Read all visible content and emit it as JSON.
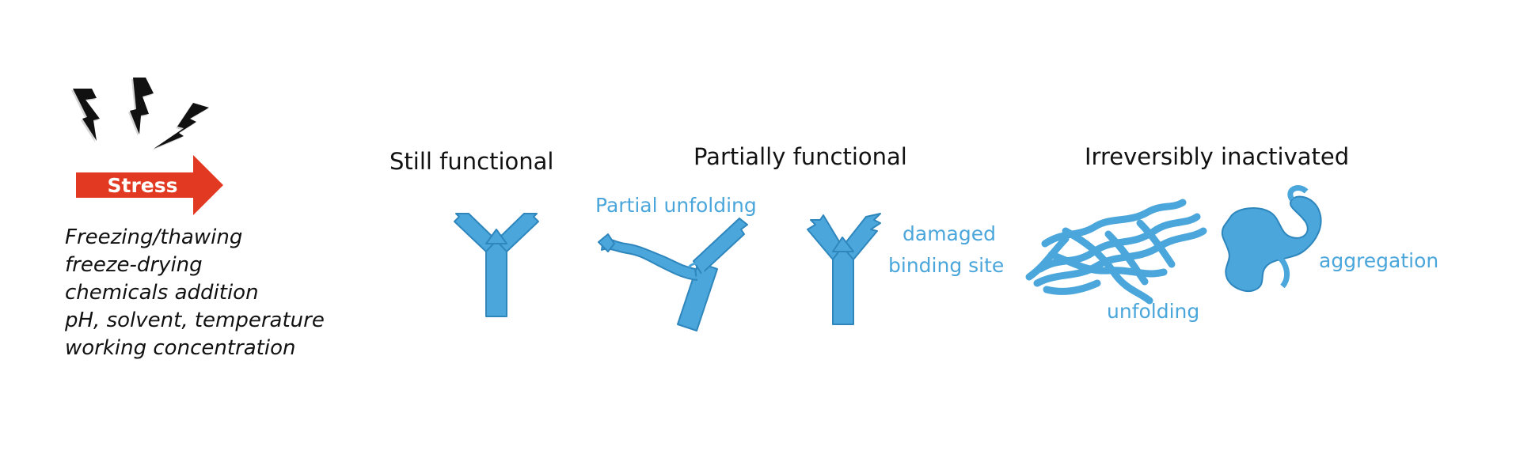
{
  "colors": {
    "protein": "#4aa6db",
    "protein_edge": "#2e86bd",
    "label_blue": "#4aa6db",
    "arrow_red": "#e23a22",
    "text_black": "#111111"
  },
  "stress": {
    "label": "Stress",
    "icon": "lightning-bolt-icon",
    "causes": [
      "Freezing/thawing",
      "freeze-drying",
      "chemicals addition",
      "pH, solvent, temperature",
      "working concentration"
    ]
  },
  "states": {
    "still_functional": {
      "title": "Still functional"
    },
    "partially_functional": {
      "title": "Partially functional",
      "labels": {
        "partial_unfolding": "Partial unfolding",
        "damaged_line1": "damaged",
        "damaged_line2": "binding site"
      }
    },
    "irreversibly_inactivated": {
      "title": "Irreversibly inactivated",
      "labels": {
        "unfolding": "unfolding",
        "aggregation": "aggregation"
      }
    }
  }
}
